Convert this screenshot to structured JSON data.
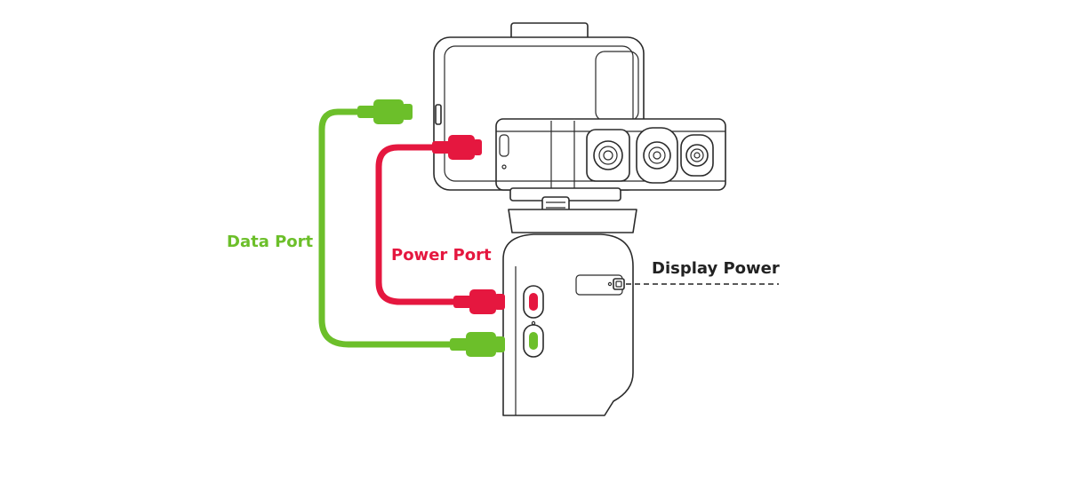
{
  "labels": {
    "data_port": "Data Port",
    "power_port": "Power Port",
    "display_power": "Display Power"
  },
  "colors": {
    "data_cable": "#6cbf2a",
    "power_cable": "#e5173f",
    "data_text": "#6cbf2a",
    "power_text": "#e5173f",
    "display_text": "#222222",
    "outline": "#2a2a2a"
  }
}
